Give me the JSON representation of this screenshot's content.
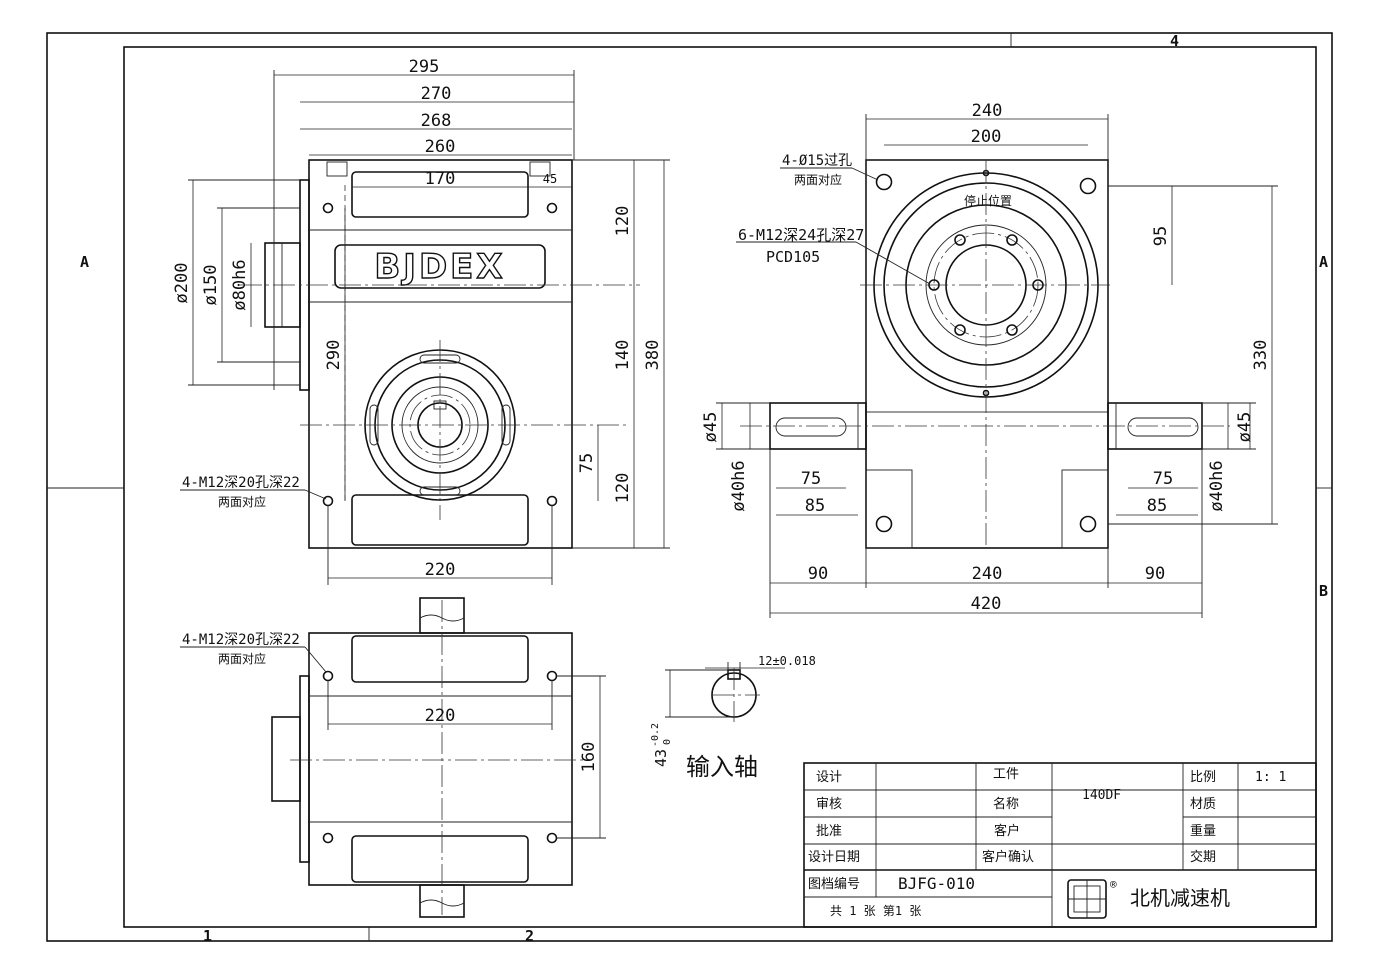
{
  "zones": {
    "top_4": "4",
    "bottom_1": "1",
    "bottom_2": "2",
    "left_A": "A",
    "right_A": "A",
    "right_B": "B"
  },
  "front_view": {
    "brand": "BJDEX",
    "dims": {
      "d295": "295",
      "d270": "270",
      "d268": "268",
      "d260": "260",
      "d170": "170",
      "d45": "45",
      "d120a": "120",
      "d140": "140",
      "d380": "380",
      "d120b": "120",
      "d75": "75",
      "d290": "290",
      "d220": "220",
      "d200": "ø200",
      "d150": "ø150",
      "d80": "ø80h6"
    },
    "note1": "4-M12深20孔深22",
    "note2": "两面对应"
  },
  "side_view": {
    "dims": {
      "d240top": "240",
      "d200": "200",
      "d95": "95",
      "d330": "330",
      "d45l": "ø45",
      "d45r": "ø45",
      "d40l": "ø40h6",
      "d40r": "ø40h6",
      "d75l": "75",
      "d85l": "85",
      "d75r": "75",
      "d85r": "85",
      "d90l": "90",
      "d240b": "240",
      "d90r": "90",
      "d420": "420"
    },
    "hole_note": "4-Ø15过孔",
    "hole_note2": "两面对应",
    "tap_note": "6-M12深24孔深27",
    "pcd": "PCD105",
    "stop": "停止位置"
  },
  "top_view": {
    "note1": "4-M12深20孔深22",
    "note2": "两面对应",
    "d220": "220",
    "d160": "160"
  },
  "shaft_detail": {
    "key": "12±0.018",
    "depth": "43",
    "depth_tol": "-0.2",
    "depth_tol2": "0",
    "title": "输入轴"
  },
  "title_block": {
    "design": "设计",
    "review": "审核",
    "approve": "批准",
    "design_date": "设计日期",
    "drawing_no_label": "图档编号",
    "work": "工件",
    "name": "名称",
    "customer": "客户",
    "customer_confirm": "客户确认",
    "model": "140DF",
    "scale_label": "比例",
    "scale": "1: 1",
    "material": "材质",
    "weight": "重量",
    "delivery": "交期",
    "drawing_no": "BJFG-010",
    "sheets": "共 1 张 第1 张",
    "company": "北机减速机",
    "reg": "®"
  }
}
